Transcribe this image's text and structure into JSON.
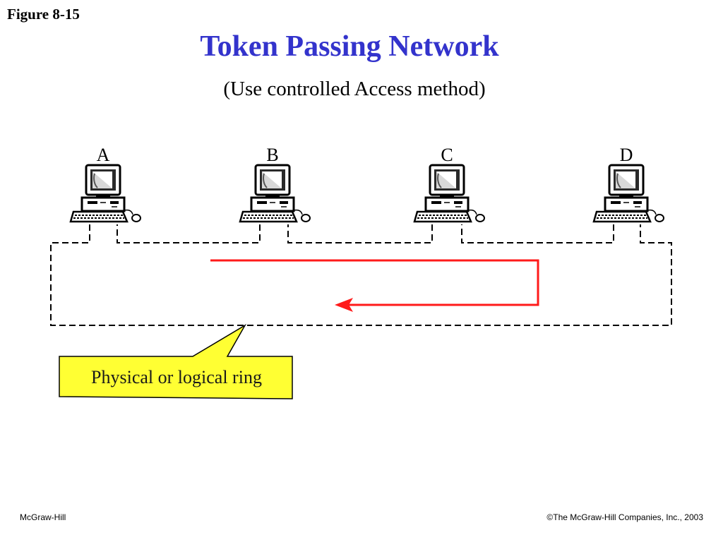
{
  "slide": {
    "figure_label": "Figure 8-15",
    "title": "Token Passing Network",
    "subtitle": "(Use controlled Access method)"
  },
  "diagram": {
    "stations": [
      {
        "label": "A"
      },
      {
        "label": "B"
      },
      {
        "label": "C"
      },
      {
        "label": "D"
      }
    ],
    "callout": "Physical or logical ring",
    "colors": {
      "token_arrow": "#ff1a1a",
      "callout_fill": "#ffff33",
      "ring": "#000000"
    }
  },
  "footer": {
    "left": "McGraw-Hill",
    "right": "©The McGraw-Hill Companies, Inc., 2003"
  }
}
